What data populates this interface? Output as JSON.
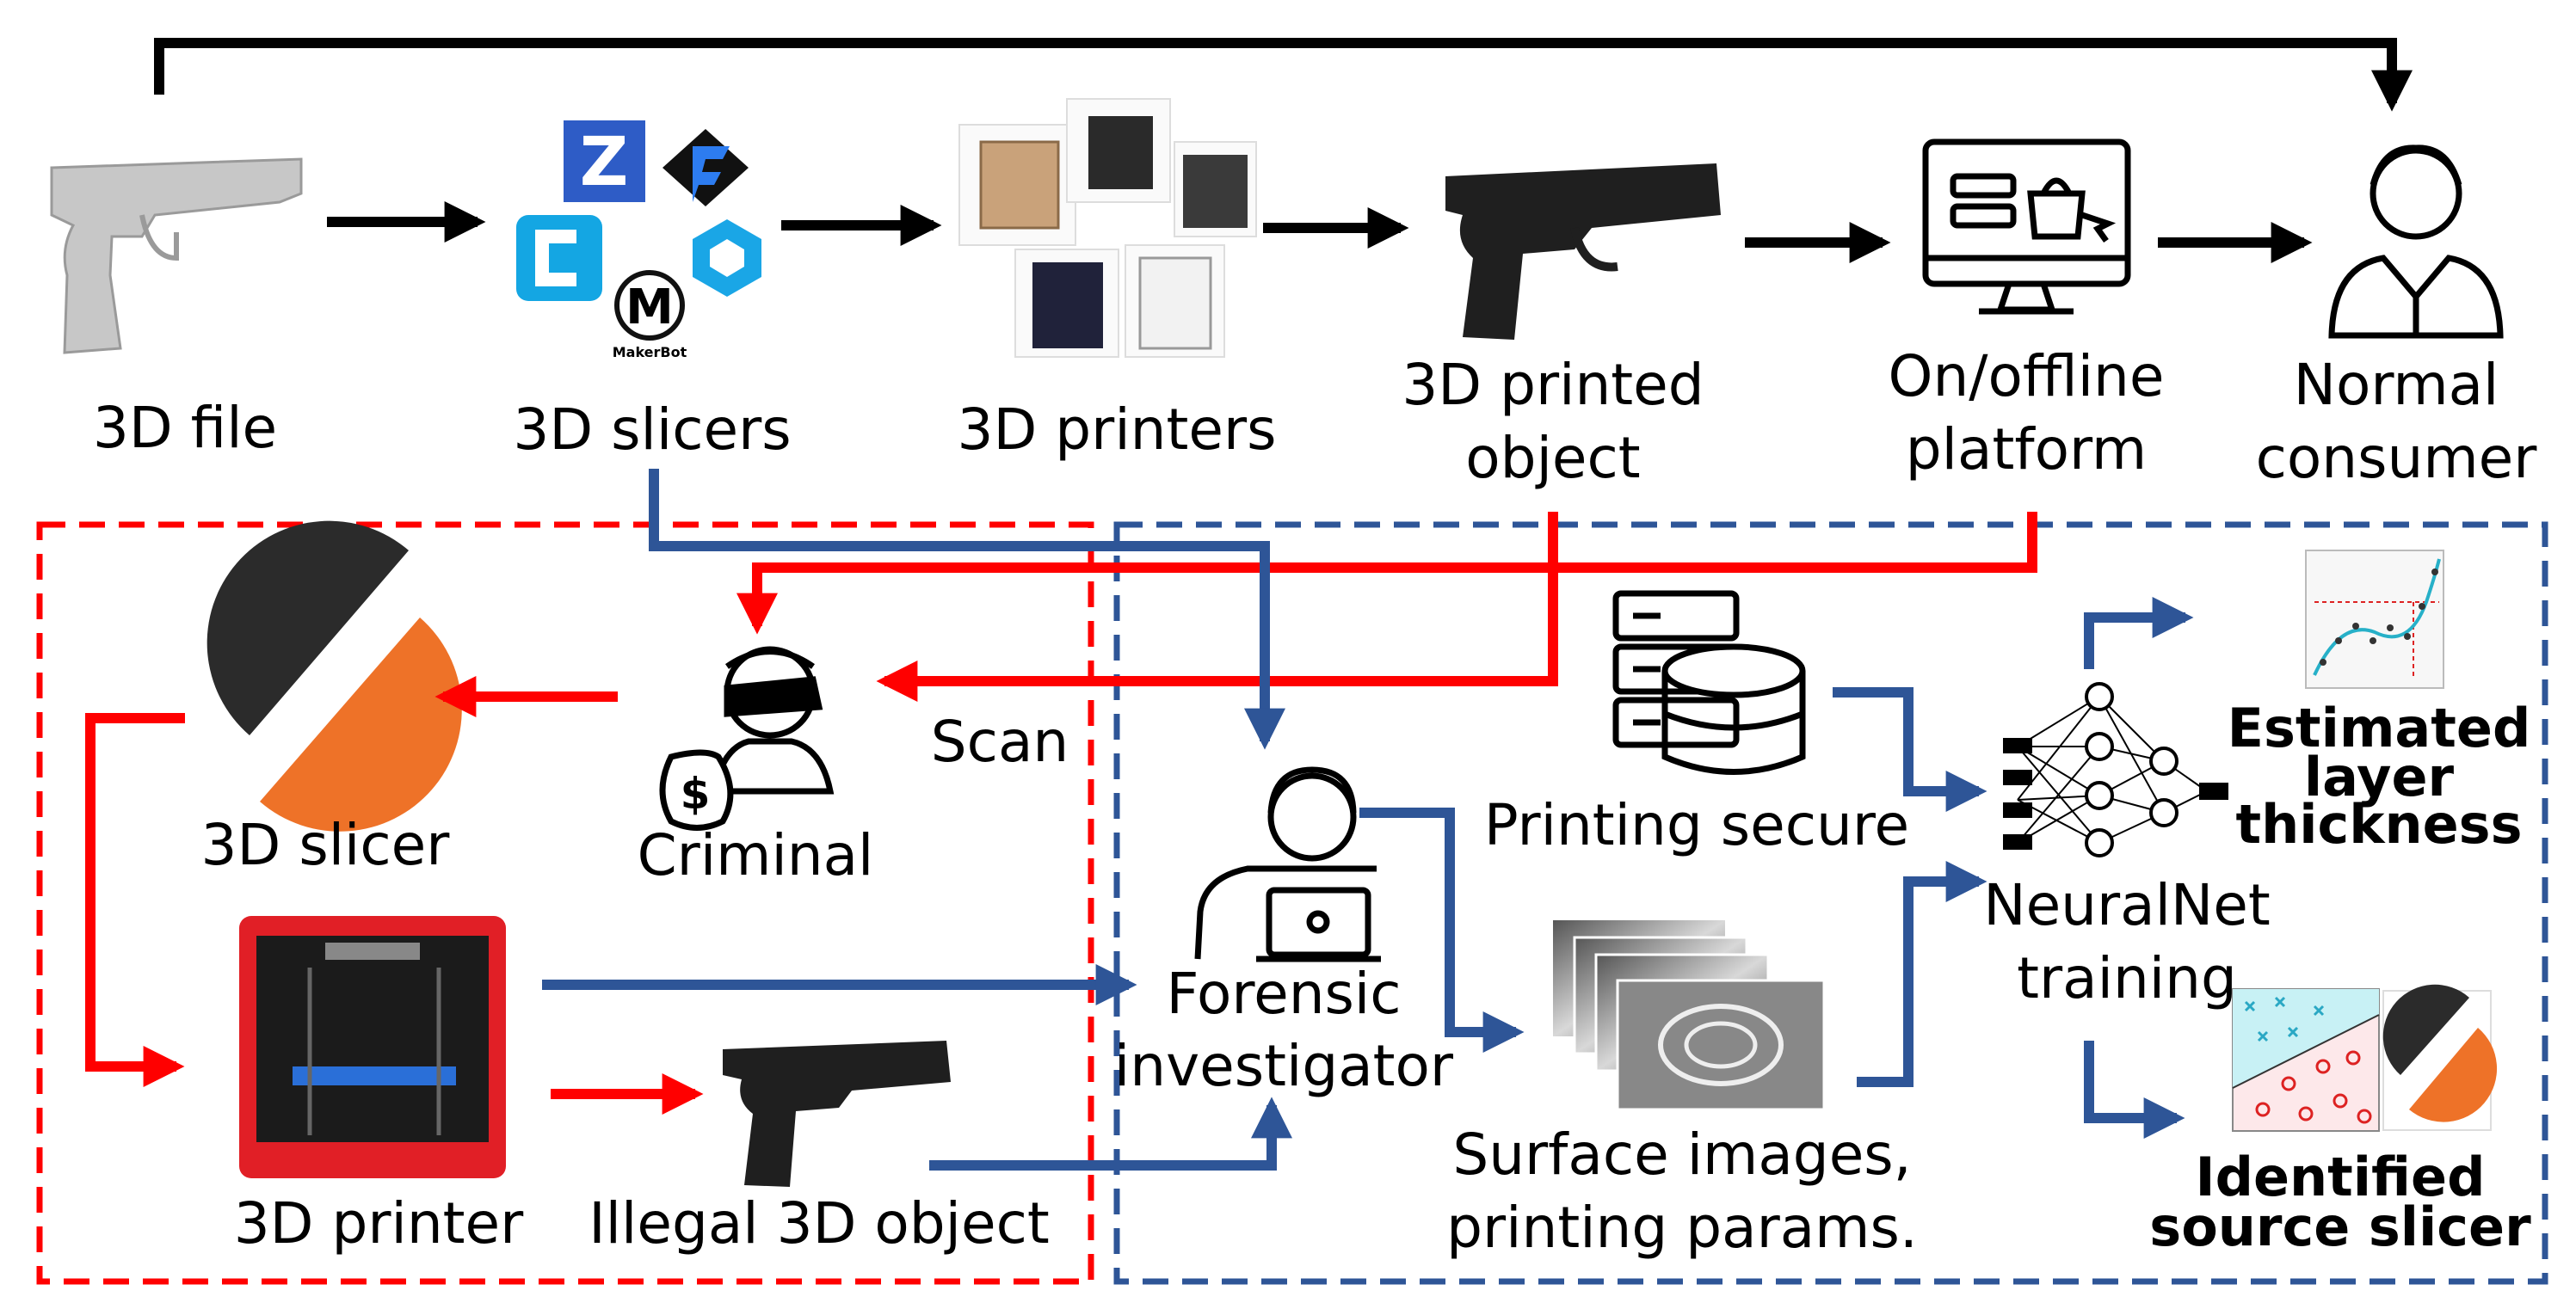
{
  "colors": {
    "black_flow": "#000000",
    "criminal_flow": "#ff0000",
    "forensic_flow": "#2e5597",
    "slicer_dark": "#2b2b2b",
    "slicer_orange": "#ee7228",
    "printer_red": "#e11f26"
  },
  "icons": [
    "pistol-model-icon",
    "slicer-logos-icon",
    "printers-icon",
    "printed-pistol-icon",
    "online-store-monitor-icon",
    "consumer-person-icon",
    "slicer-logo-icon",
    "criminal-icon",
    "red-printer-icon",
    "illegal-pistol-icon",
    "investigator-icon",
    "database-icon",
    "surface-images-icon",
    "neural-net-icon",
    "regression-plot-icon",
    "classification-plot-icon"
  ],
  "labels": {
    "file3d": "3D file",
    "slicers": "3D slicers",
    "printers": "3D printers",
    "printed_1": "3D printed",
    "printed_2": "object",
    "platform_1": "On/offline",
    "platform_2": "platform",
    "consumer_1": "Normal",
    "consumer_2": "consumer",
    "slicer": "3D slicer",
    "criminal": "Criminal",
    "scan": "Scan",
    "printer": "3D printer",
    "illegal": "Illegal 3D object",
    "forensic_1": "Forensic",
    "forensic_2": "investigator",
    "secure": "Printing secure",
    "surface_1": "Surface images,",
    "surface_2": "printing params.",
    "nn_1": "NeuralNet",
    "nn_2": "training",
    "est_1": "Estimated",
    "est_2": "layer",
    "est_3": "thickness",
    "id_1": "Identified",
    "id_2": "source slicer"
  },
  "logo_letters": {
    "z": "Z",
    "makerbot_mark": "M",
    "makerbot_word": "MakerBot"
  }
}
